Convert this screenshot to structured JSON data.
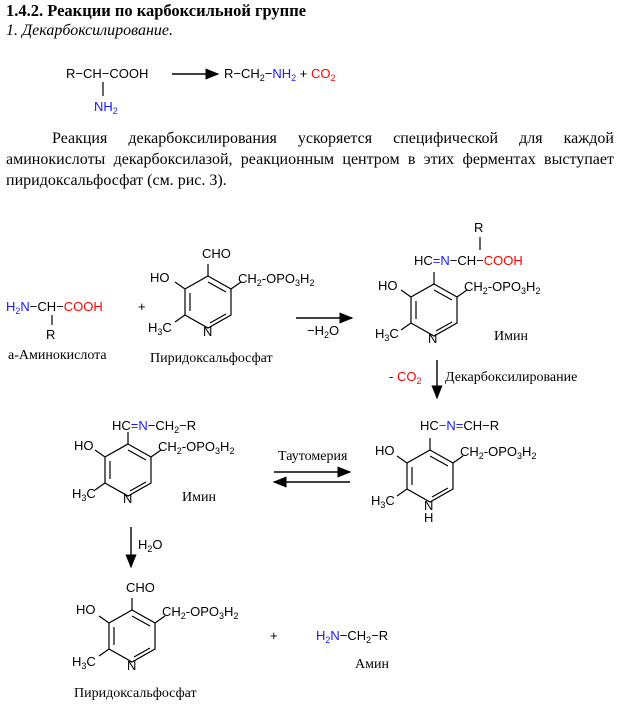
{
  "heading": "1.4.2. Реакции по карбоксильной группе",
  "subheading": "1. Декарбоксилирование.",
  "paragraph": "Реакция декарбоксилирования ускоряется специфической для каждой аминокислоты декарбоксилазой, реакционным центром в этих ферментах выступает пиридоксальфосфат (см. рис. 3).",
  "eq1": {
    "reactant": "R−CH−COOH",
    "reactant_amino": "NH2",
    "product": "R−CH2−NH2",
    "plus": "+",
    "co2": "CO2"
  },
  "labels": {
    "amino_acid": "a-Аминокислота",
    "pyridoxal_phosphate": "Пиридоксальфосфат",
    "imine": "Имин",
    "amine": "Амин",
    "minus_water": "−H2O",
    "minus_co2": "- CO2",
    "decarboxylation": "Декарбоксилирование",
    "tautomerism": "Таутомерия",
    "water": "H2O",
    "plus": "+"
  },
  "colors": {
    "blue": "#1a1aff",
    "red": "#ff0000",
    "black": "#000000"
  }
}
